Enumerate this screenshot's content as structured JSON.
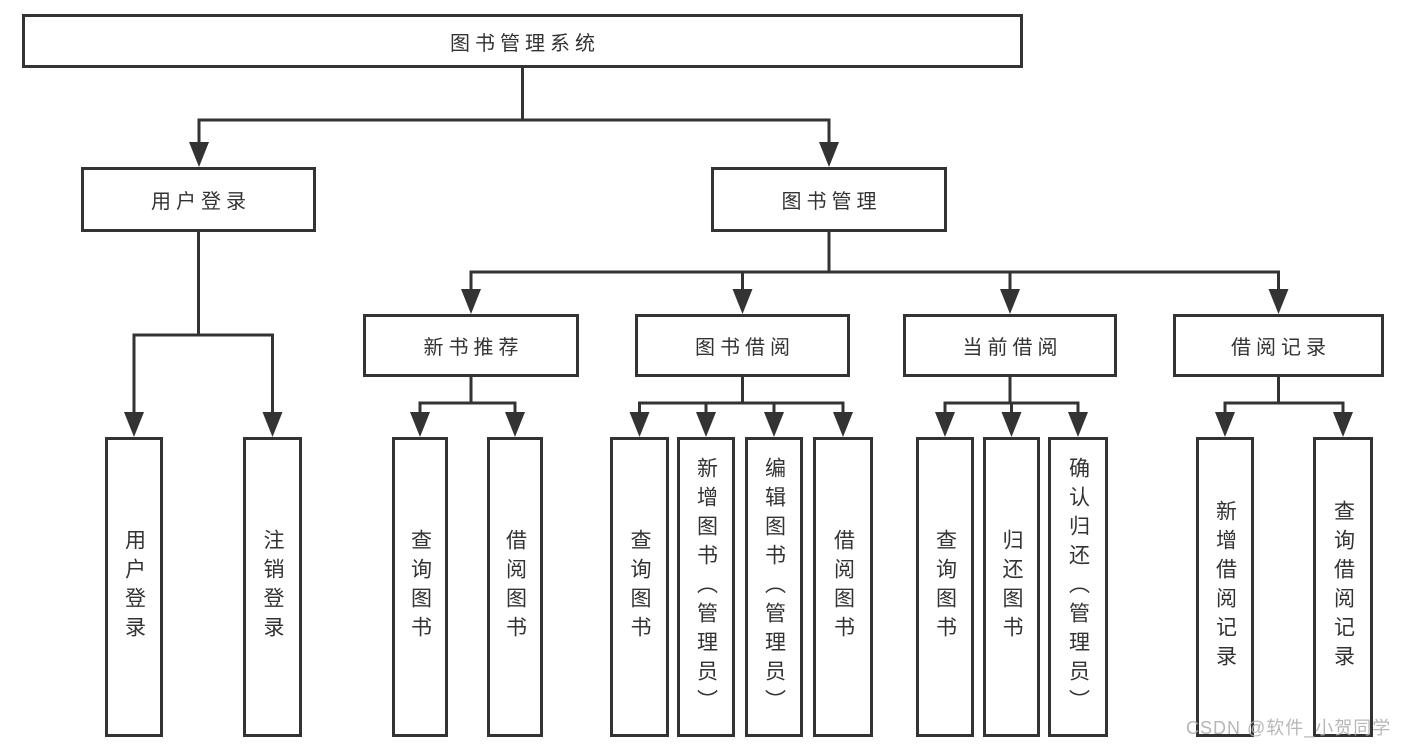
{
  "diagram": {
    "root": {
      "label": "图书管理系统"
    },
    "level2": [
      {
        "label": "用户登录"
      },
      {
        "label": "图书管理"
      }
    ],
    "level3": [
      {
        "label": "新书推荐"
      },
      {
        "label": "图书借阅"
      },
      {
        "label": "当前借阅"
      },
      {
        "label": "借阅记录"
      }
    ],
    "leaves": [
      {
        "label": "用户登录"
      },
      {
        "label": "注销登录"
      },
      {
        "label": "查询图书"
      },
      {
        "label": "借阅图书"
      },
      {
        "label": "查询图书"
      },
      {
        "label": "新增图书（管理员）"
      },
      {
        "label": "编辑图书（管理员）"
      },
      {
        "label": "借阅图书"
      },
      {
        "label": "查询图书"
      },
      {
        "label": "归还图书"
      },
      {
        "label": "确认归还（管理员）"
      },
      {
        "label": "新增借阅记录"
      },
      {
        "label": "查询借阅记录"
      }
    ]
  },
  "watermark": {
    "text": "CSDN @软件_小贺同学"
  },
  "colors": {
    "line": "#333333",
    "box_border": "#333333",
    "text": "#333333",
    "watermark": "#b0b0b0",
    "background": "#ffffff"
  }
}
